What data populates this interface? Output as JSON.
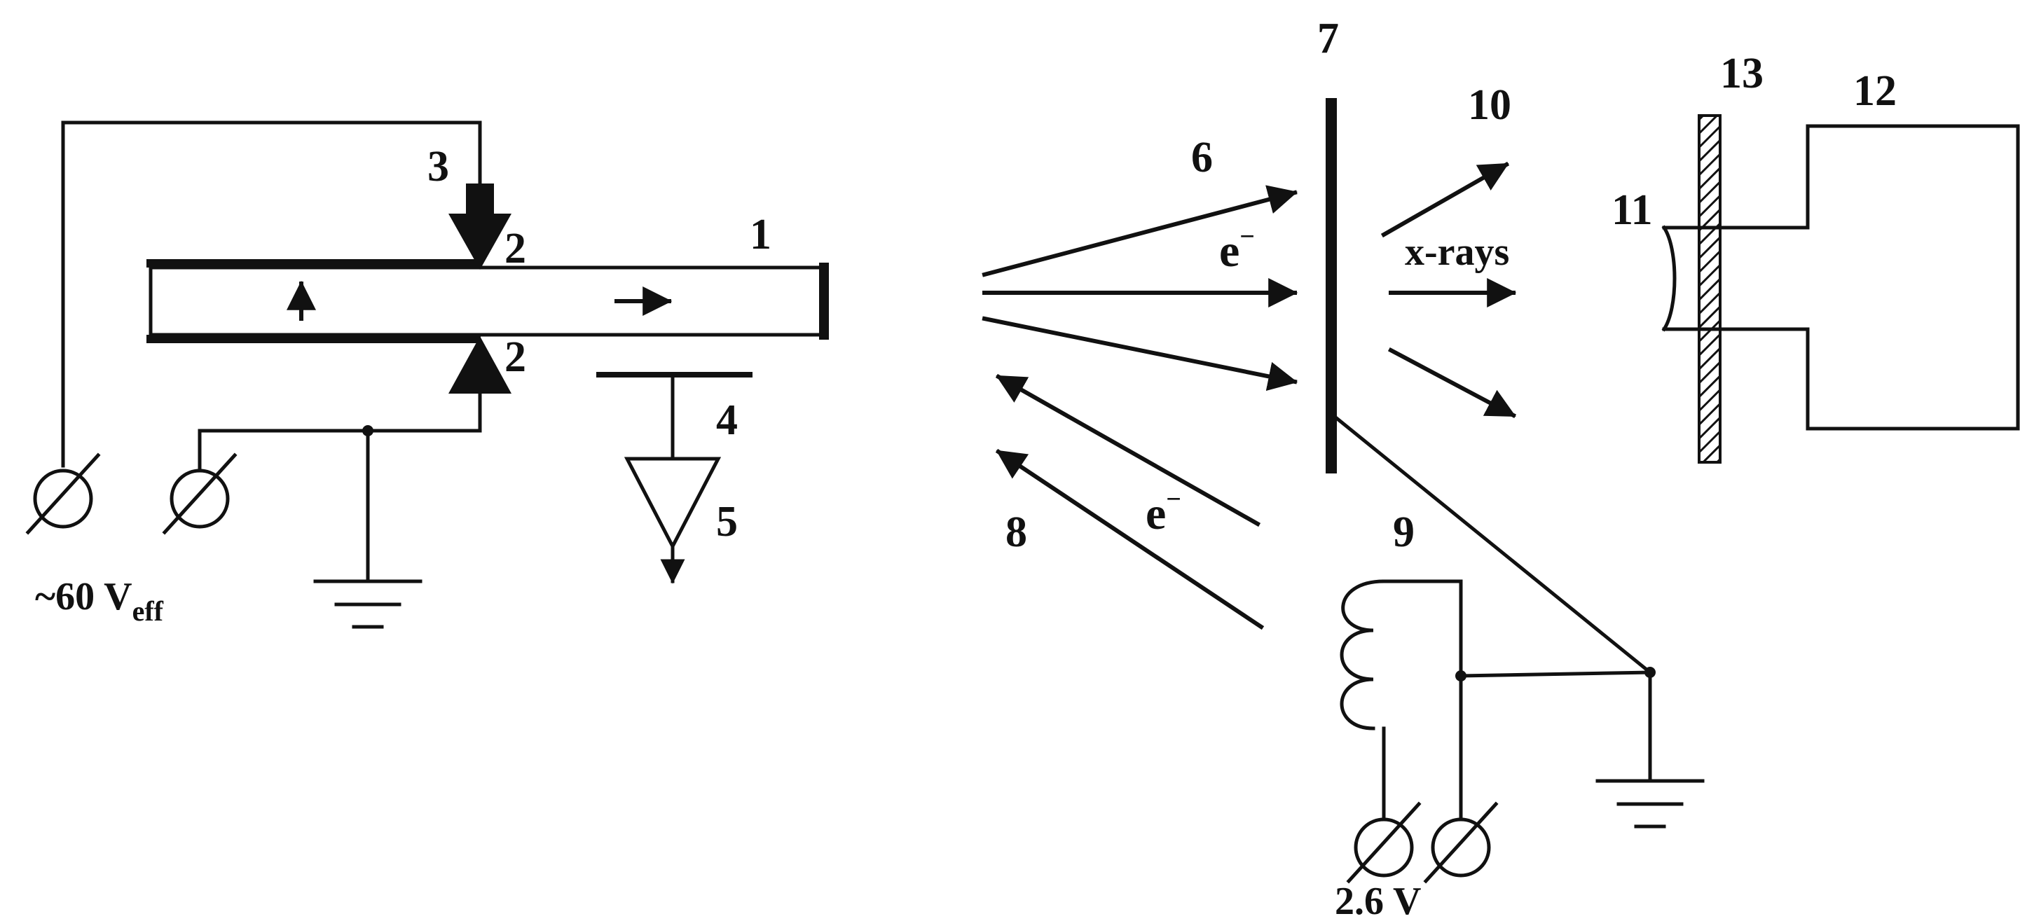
{
  "figure": {
    "labels": {
      "crystal": "1",
      "contacts": "2",
      "contact_2_lower": "2",
      "upper_contact": "3",
      "detector_plate": "4",
      "amplifier": "5",
      "electron_beam": "6",
      "target": "7",
      "reverse_electrons": "8",
      "filament": "9",
      "xray_output": "10",
      "window": "11",
      "detector": "12",
      "shield": "13"
    },
    "texts": {
      "electron_symbol": "e",
      "electron_superscript": "−",
      "xrays": "x-rays",
      "voltage_prefix": "~60 V",
      "voltage_subscript": "eff",
      "filament_voltage": "2.6 V"
    },
    "colors": {
      "ink": "#111111",
      "background": "#ffffff"
    }
  }
}
